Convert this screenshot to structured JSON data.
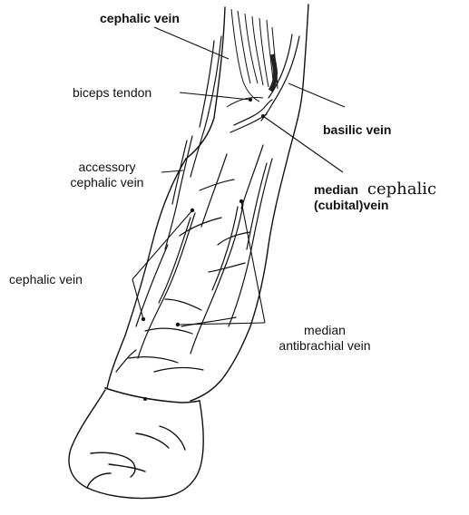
{
  "labels": {
    "cephalic_vein_top": "cephalic vein",
    "biceps_tendon": "biceps tendon",
    "basilic_vein": "basilic vein",
    "accessory_line1": "accessory",
    "accessory_line2": "cephalic vein",
    "median_word": "median",
    "cephalic_typed": "cephalic",
    "median_cubital_line2": "(cubital)vein",
    "cephalic_vein_left": "cephalic vein",
    "median_antibrachial_line1": "median",
    "median_antibrachial_line2": "antibrachial vein"
  },
  "colors": {
    "ink": "#111111",
    "background": "#ffffff"
  }
}
